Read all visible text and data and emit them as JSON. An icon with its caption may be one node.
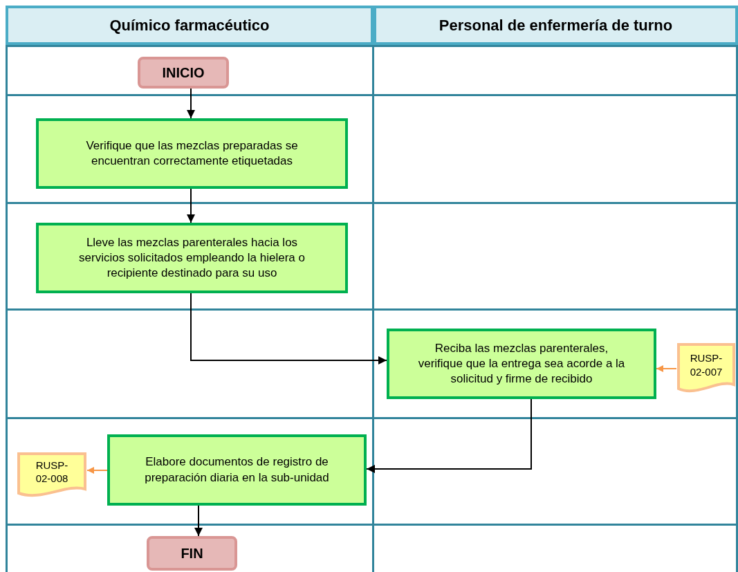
{
  "diagram": {
    "nodes": [
      {
        "text": [
          "Químico farmacéutico"
        ]
      },
      {
        "text": [
          "Personal de enfermería de turno"
        ]
      },
      {
        "text": [
          "INICIO"
        ]
      },
      {
        "text": [
          "Verifique que las mezclas preparadas se encuentran correctamente etiquetadas"
        ]
      },
      {
        "text": [
          "Lleve las mezclas parenterales hacia los servicios solicitados empleando  la hielera o recipiente destinado para su uso"
        ]
      },
      {
        "text": [
          "Reciba las mezclas parenterales, verifique que la entrega sea acorde a la solicitud y firme de recibido"
        ]
      },
      {
        "text": [
          "RUSP-02-007"
        ]
      },
      {
        "text": [
          "Elabore documentos de registro de preparación diaria en la sub-unidad"
        ]
      },
      {
        "text": [
          "RUSP-02-008"
        ]
      },
      {
        "text": [
          "FIN"
        ]
      }
    ],
    "edges": [
      {
        "from": 2,
        "to": 3,
        "arrow": "to"
      },
      {
        "from": 3,
        "to": 4,
        "arrow": "to"
      },
      {
        "from": 4,
        "to": 5,
        "arrow": "to"
      },
      {
        "from": 5,
        "to": 7,
        "arrow": "to"
      },
      {
        "from": 6,
        "to": 5,
        "arrow": "to",
        "color": "#f79646"
      },
      {
        "from": 7,
        "to": 8,
        "arrow": "to",
        "color": "#f79646"
      },
      {
        "from": 7,
        "to": 9,
        "arrow": "to"
      }
    ]
  }
}
